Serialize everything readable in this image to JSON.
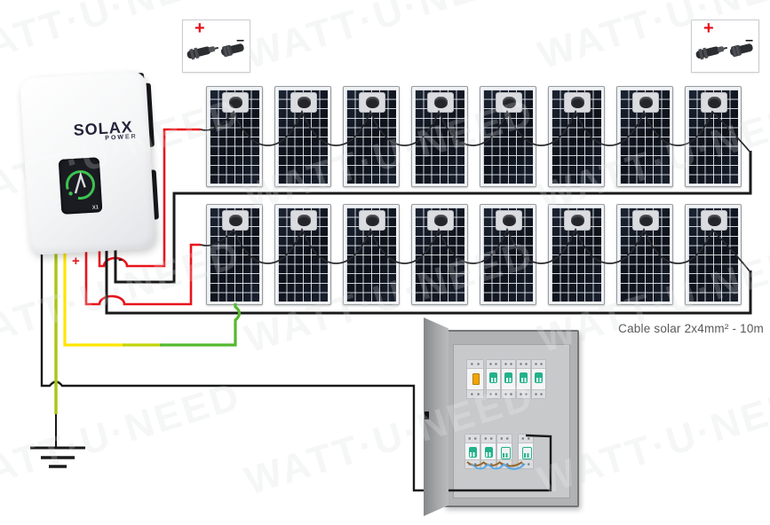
{
  "watermark": {
    "text": "WATT·U·NEED"
  },
  "inverter": {
    "brand": "SOLAX",
    "brand_sub": "POWER",
    "model_badge": "X1",
    "dc_plus_label": "+",
    "dc_minus_label": "-"
  },
  "mc4_connector_callout": {
    "plus": "+",
    "minus": "–"
  },
  "pv_array": {
    "rows": [
      {
        "panel_count": 8
      },
      {
        "panel_count": 8
      }
    ]
  },
  "distribution_box": {
    "top_row": {
      "units": [
        "rcd",
        "mcb",
        "mcb",
        "mcb",
        "mcb"
      ]
    },
    "bottom_row": {
      "units": [
        "mcb",
        "mcb",
        "mcb-light",
        "mcb-light"
      ]
    }
  },
  "labels": {
    "cable_note": "Cable solar 2x4mm² - 10m"
  },
  "colors": {
    "dc_positive": "#e8131b",
    "dc_negative": "#1a1a1a",
    "earth_wire": "#a8c613",
    "ground_yellow": "#ffe600",
    "ground_blend": "#c3d40c",
    "ground_green": "#55b92e",
    "interpanel_wire": "#2a2a2e",
    "jumper_brown": "#96672e",
    "jumper_blue": "#5aa9e6"
  }
}
